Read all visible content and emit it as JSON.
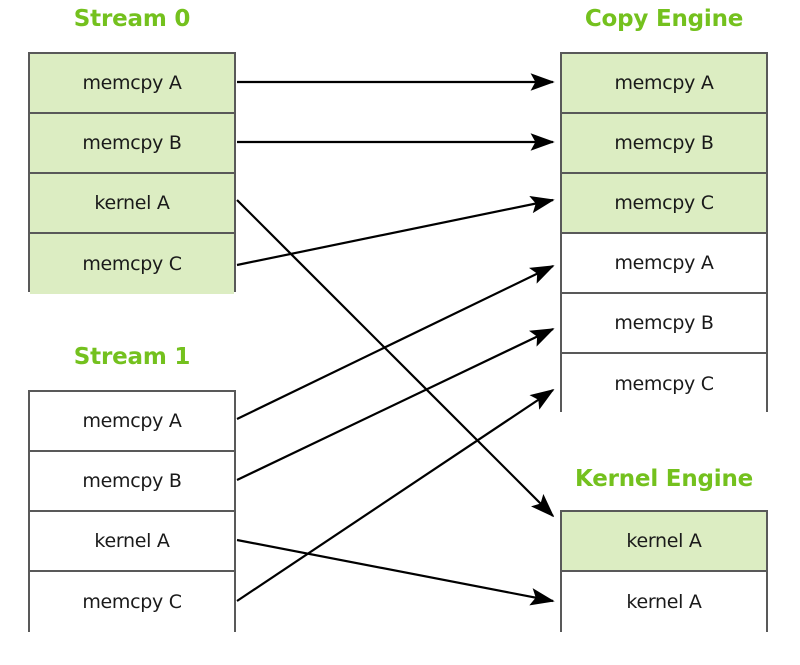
{
  "diagram": {
    "title_color": "#74c11e",
    "highlight_fill": "#dcedc2",
    "border_color": "#595959",
    "arrow_color": "#000000",
    "columns": [
      {
        "id": "stream0",
        "title": "Stream 0",
        "rows": [
          {
            "label": "memcpy A",
            "highlighted": true
          },
          {
            "label": "memcpy B",
            "highlighted": true
          },
          {
            "label": "kernel A",
            "highlighted": true
          },
          {
            "label": "memcpy C",
            "highlighted": true
          }
        ]
      },
      {
        "id": "stream1",
        "title": "Stream 1",
        "rows": [
          {
            "label": "memcpy A",
            "highlighted": false
          },
          {
            "label": "memcpy B",
            "highlighted": false
          },
          {
            "label": "kernel A",
            "highlighted": false
          },
          {
            "label": "memcpy C",
            "highlighted": false
          }
        ]
      },
      {
        "id": "copy-engine",
        "title": "Copy Engine",
        "rows": [
          {
            "label": "memcpy A",
            "highlighted": true
          },
          {
            "label": "memcpy B",
            "highlighted": true
          },
          {
            "label": "memcpy C",
            "highlighted": true
          },
          {
            "label": "memcpy A",
            "highlighted": false
          },
          {
            "label": "memcpy B",
            "highlighted": false
          },
          {
            "label": "memcpy C",
            "highlighted": false
          }
        ]
      },
      {
        "id": "kernel-engine",
        "title": "Kernel Engine",
        "rows": [
          {
            "label": "kernel A",
            "highlighted": true
          },
          {
            "label": "kernel A",
            "highlighted": false
          }
        ]
      }
    ],
    "connections": [
      {
        "from": "stream0.memcpy-A",
        "to": "copy-engine.memcpy-A"
      },
      {
        "from": "stream0.memcpy-B",
        "to": "copy-engine.memcpy-B"
      },
      {
        "from": "stream0.kernel-A",
        "to": "kernel-engine.kernel-A-1"
      },
      {
        "from": "stream0.memcpy-C",
        "to": "copy-engine.memcpy-C"
      },
      {
        "from": "stream1.memcpy-A",
        "to": "copy-engine.memcpy-A-2"
      },
      {
        "from": "stream1.memcpy-B",
        "to": "copy-engine.memcpy-B-2"
      },
      {
        "from": "stream1.kernel-A",
        "to": "kernel-engine.kernel-A-2"
      },
      {
        "from": "stream1.memcpy-C",
        "to": "copy-engine.memcpy-C-2"
      }
    ]
  }
}
